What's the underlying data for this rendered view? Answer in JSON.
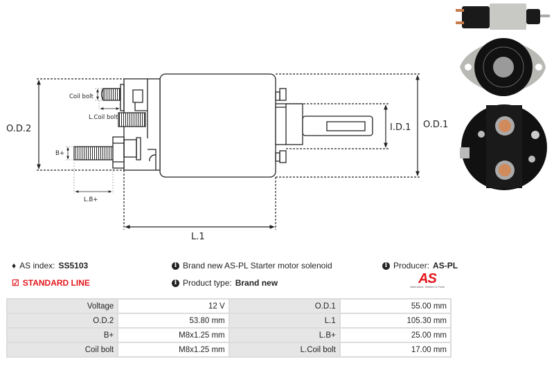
{
  "diagram": {
    "labels": {
      "od2": "O.D.2",
      "od1": "O.D.1",
      "id1": "I.D.1",
      "l1": "L.1",
      "coil_bolt": "Coil bolt",
      "l_coil_bolt": "L.Coil bolt",
      "b_plus": "B+",
      "l_b_plus": "L.B+"
    }
  },
  "info": {
    "as_index_label": "AS index:",
    "as_index_value": "SS5103",
    "standard_line": "STANDARD LINE",
    "description": "Brand new AS-PL Starter motor solenoid",
    "product_type_label": "Product type:",
    "product_type_value": "Brand new",
    "producer_label": "Producer:",
    "producer_value": "AS-PL"
  },
  "logo": {
    "mark": "AS",
    "tagline": "Alternators, Starters & Parts"
  },
  "specs": [
    [
      {
        "k": "Voltage",
        "v": "12 V"
      },
      {
        "k": "O.D.1",
        "v": "55.00 mm"
      }
    ],
    [
      {
        "k": "O.D.2",
        "v": "53.80 mm"
      },
      {
        "k": "L.1",
        "v": "105.30 mm"
      }
    ],
    [
      {
        "k": "B+",
        "v": "M8x1.25 mm"
      },
      {
        "k": "L.B+",
        "v": "25.00 mm"
      }
    ],
    [
      {
        "k": "Coil bolt",
        "v": "M8x1.25 mm"
      },
      {
        "k": "L.Coil bolt",
        "v": "17.00 mm"
      }
    ]
  ],
  "colors": {
    "accent": "#e3161c",
    "table_key_bg": "#e6e6e6",
    "table_border": "#dcdcdc"
  },
  "icons": {
    "tag": "tag-icon",
    "check": "checkbox-icon",
    "info": "info-icon"
  }
}
